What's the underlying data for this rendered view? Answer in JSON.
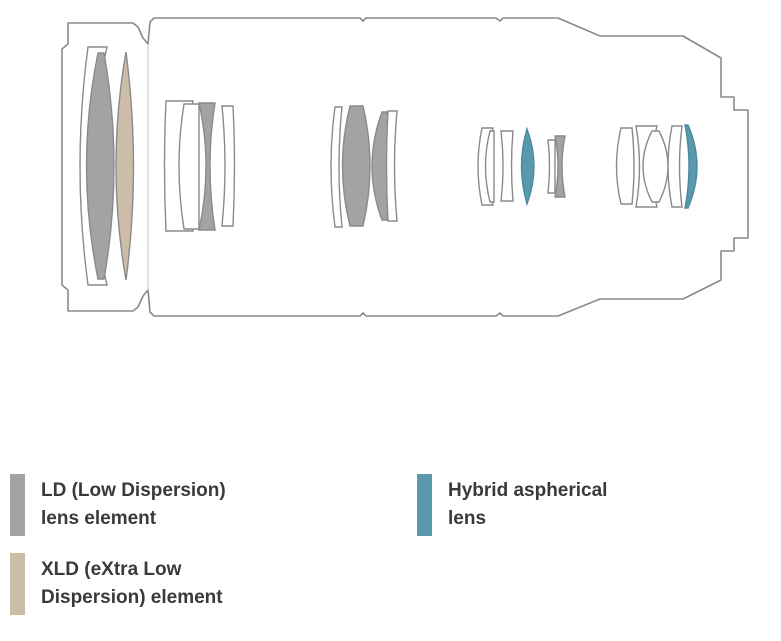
{
  "colors": {
    "outline": "#8a8a8a",
    "ld": "#a3a3a3",
    "xld": "#cdbcaa",
    "hybrid": "#5a98ad",
    "clear": "#ffffff"
  },
  "legend": {
    "ld": {
      "line1": "LD (Low Dispersion)",
      "line2": "lens element",
      "color": "#a3a3a3"
    },
    "xld": {
      "line1": "XLD (eXtra Low",
      "line2": "Dispersion) element",
      "color": "#cdbcaa"
    },
    "hybrid": {
      "line1": "Hybrid aspherical",
      "line2": "lens",
      "color": "#5a98ad"
    }
  }
}
